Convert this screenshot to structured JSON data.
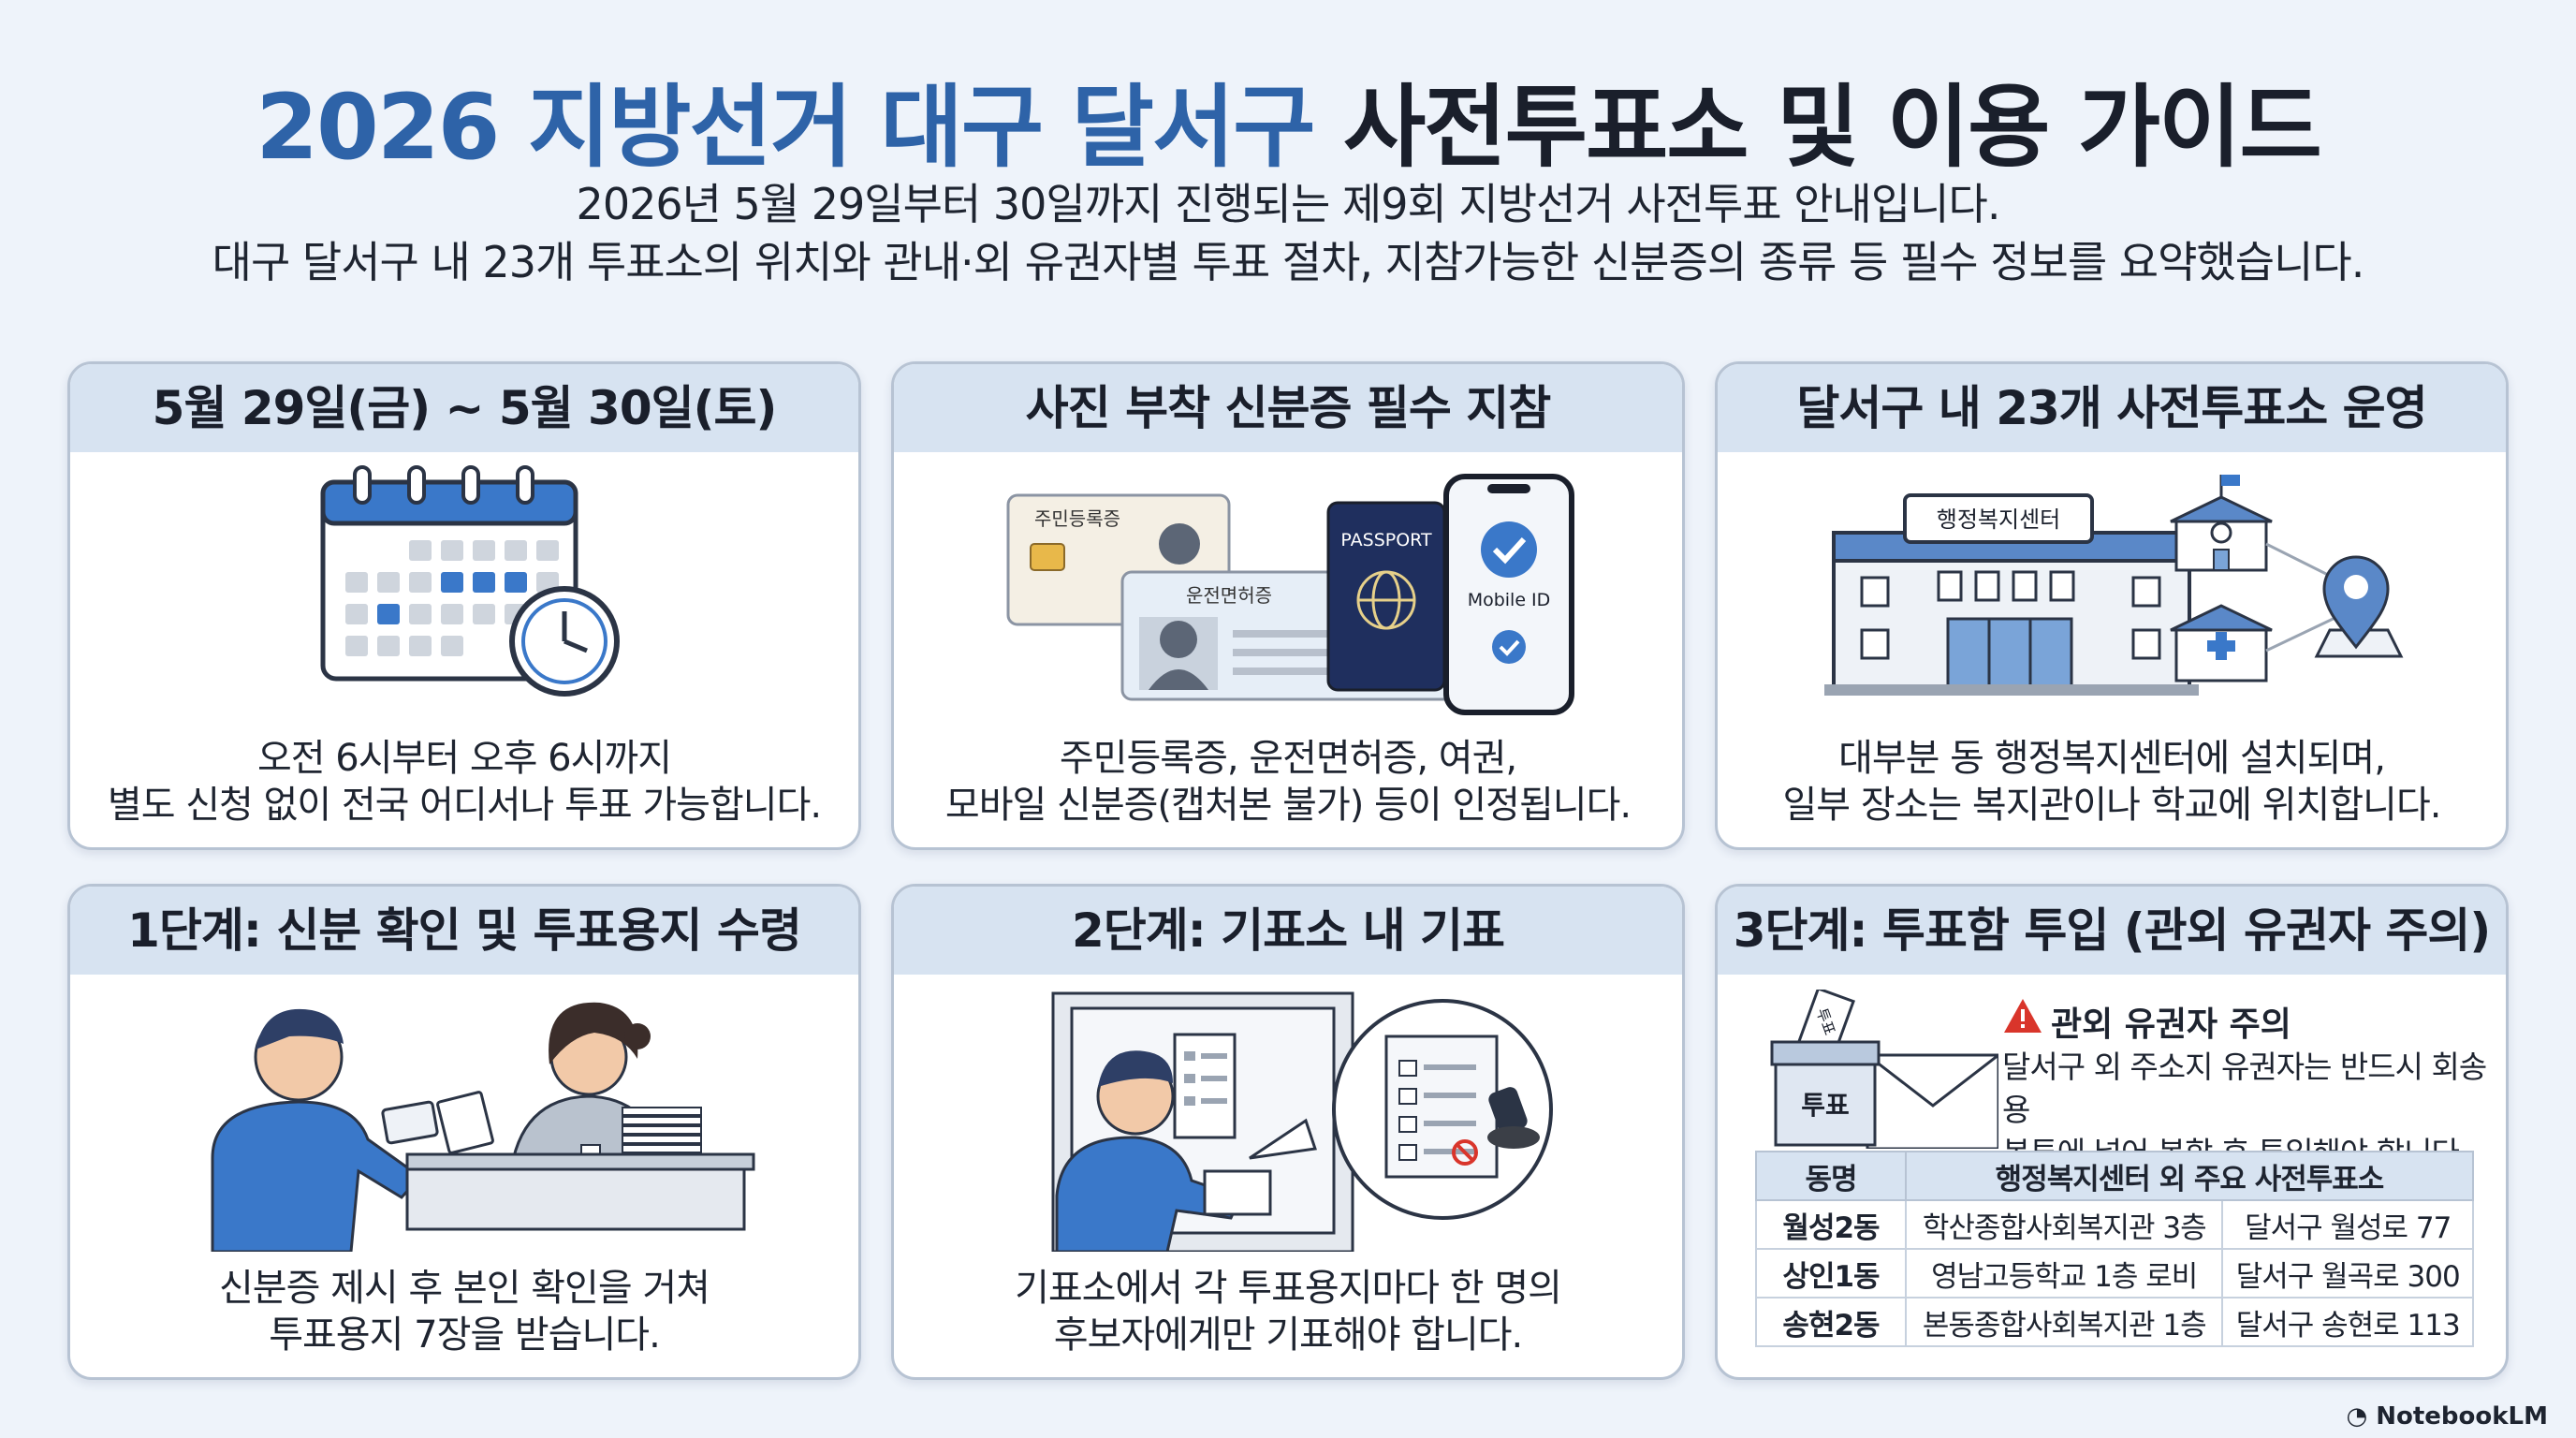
{
  "header": {
    "title_blue": "2026 지방선거 대구 달서구",
    "title_dark": "사전투표소 및 이용 가이드",
    "subtitle_line1": "2026년 5월 29일부터 30일까지 진행되는 제9회 지방선거 사전투표 안내입니다.",
    "subtitle_line2": "대구 달서구 내 23개 투표소의 위치와 관내·외 유권자별 투표 절차, 지참가능한 신분증의 종류 등 필수 정보를 요약했습니다."
  },
  "cards": {
    "date": {
      "title": "5월 29일(금) ~ 5월 30일(토)",
      "line1": "오전 6시부터 오후 6시까지",
      "line2": "별도 신청 없이 전국 어디서나 투표 가능합니다."
    },
    "id": {
      "title": "사진 부착 신분증 필수 지참",
      "resident_card_label": "주민등록증",
      "license_label": "운전면허증",
      "passport_label": "PASSPORT",
      "mobile_label": "Mobile ID",
      "line1": "주민등록증, 운전면허증, 여권,",
      "line2": "모바일 신분증(캡처본 불가) 등이 인정됩니다."
    },
    "stations": {
      "title": "달서구 내 23개 사전투표소 운영",
      "building_sign": "행정복지센터",
      "line1": "대부분 동 행정복지센터에 설치되며,",
      "line2": "일부 장소는 복지관이나 학교에 위치합니다."
    },
    "step1": {
      "title": "1단계: 신분 확인 및 투표용지 수령",
      "line1": "신분증 제시 후 본인 확인을 거쳐",
      "line2": "투표용지 7장을 받습니다."
    },
    "step2": {
      "title": "2단계: 기표소 내 기표",
      "line1": "기표소에서 각 투표용지마다 한 명의",
      "line2": "후보자에게만 기표해야 합니다."
    },
    "step3": {
      "title": "3단계: 투표함 투입 (관외 유권자 주의)",
      "ballot_box_label": "투표",
      "ballot_paper_label": "투표",
      "warning_title": "관외 유권자 주의",
      "warning_line1": "달서구 외 주소지 유권자는 반드시 회송용",
      "warning_line2": "봉투에 넣어 봉합 후 투입해야 합니다.",
      "table": {
        "headers": [
          "동명",
          "행정복지센터 외 주요 사전투표소"
        ],
        "rows": [
          {
            "dong": "월성2동",
            "place": "학산종합사회복지관 3층",
            "address": "달서구 월성로 77"
          },
          {
            "dong": "상인1동",
            "place": "영남고등학교 1층 로비",
            "address": "달서구 월곡로 300"
          },
          {
            "dong": "송현2동",
            "place": "본동종합사회복지관 1층",
            "address": "달서구 송현로 113"
          }
        ]
      }
    }
  },
  "footer": {
    "brand": "NotebookLM"
  },
  "colors": {
    "accent_blue": "#2e63a8",
    "card_header": "#d7e3f1",
    "warning_red": "#d9352b"
  }
}
